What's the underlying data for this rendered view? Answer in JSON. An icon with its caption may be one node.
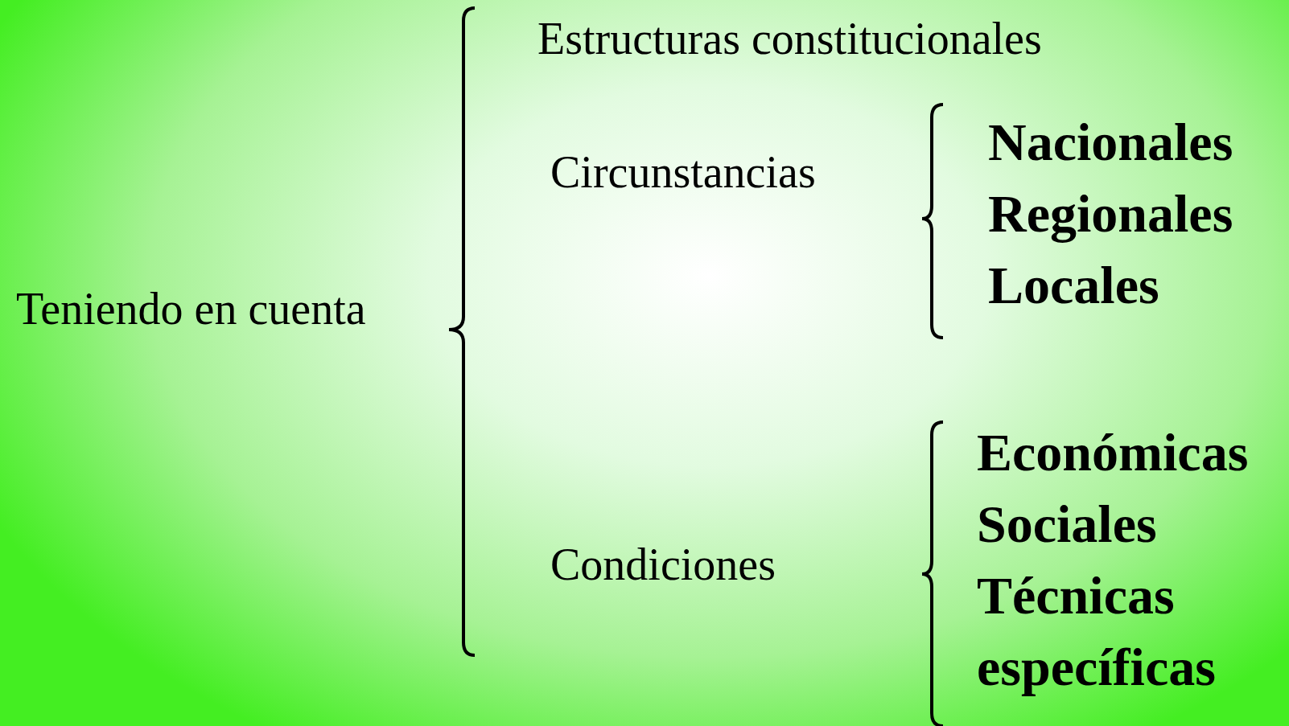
{
  "diagram": {
    "labels": [
      "Estructuras constitucionales",
      "Teniendo en cuenta",
      "Circunstancias",
      "Nacionales",
      "Regionales",
      "Locales",
      "Condiciones",
      "Económicas",
      "Sociales",
      "Técnicas específicas"
    ]
  }
}
